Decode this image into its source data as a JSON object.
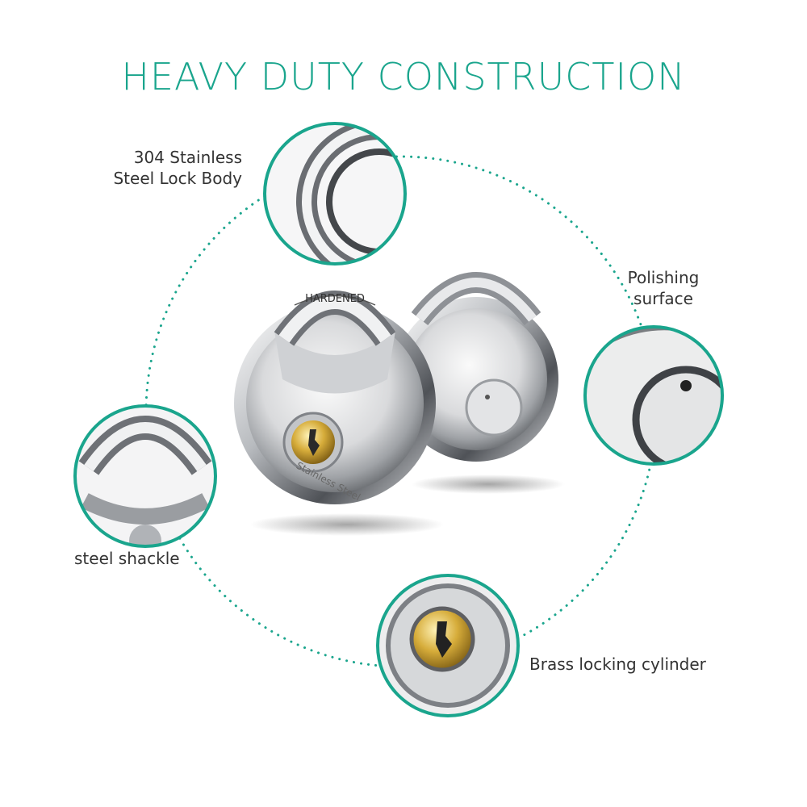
{
  "title": "HEAVY DUTY CONSTRUCTION",
  "colors": {
    "accent": "#1aa58d",
    "text": "#333333",
    "brass": "#c9a227"
  },
  "callouts": {
    "lock_body": {
      "line1": "304 Stainless",
      "line2": "Steel Lock Body"
    },
    "polishing": {
      "line1": "Polishing",
      "line2": "surface"
    },
    "shackle": {
      "line1": "steel shackle"
    },
    "cylinder": {
      "line1": "Brass locking cylinder"
    }
  },
  "engravings": {
    "shackle": "HARDENED",
    "body": "Stainless Steel"
  },
  "icons": [
    "padlock-front-image",
    "padlock-back-image",
    "zoom-shackle-top",
    "zoom-polished-surface",
    "zoom-shackle-detail",
    "zoom-keyhole-cylinder"
  ]
}
